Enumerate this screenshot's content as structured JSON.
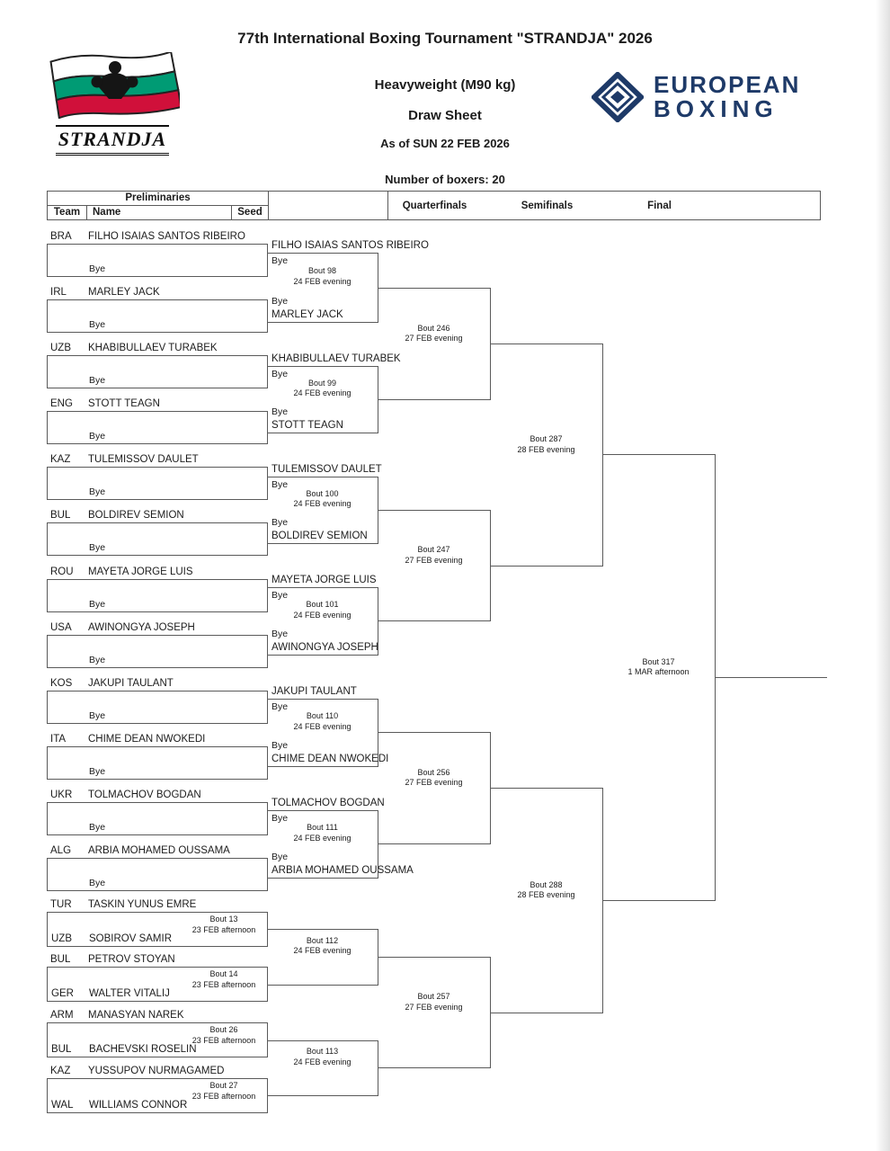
{
  "page": {
    "title": "77th International Boxing Tournament \"STRANDJA\" 2026",
    "weight_class": "Heavyweight (M90 kg)",
    "sheet_type": "Draw Sheet",
    "as_of_date": "As of SUN 22 FEB 2026",
    "boxers_count_label": "Number of boxers: 20"
  },
  "logos": {
    "strandja_text": "STRANDJA",
    "european_boxing_line1": "EUROPEAN",
    "european_boxing_line2": "BOXING",
    "navy": "#1e3a68",
    "flag_white": "#ffffff",
    "flag_green": "#009b74",
    "flag_red": "#d0103a"
  },
  "table_header": {
    "preliminaries": "Preliminaries",
    "team": "Team",
    "name": "Name",
    "seed": "Seed",
    "quarterfinals": "Quarterfinals",
    "semifinals": "Semifinals",
    "final": "Final"
  },
  "prelim_byes": [
    {
      "team": "BRA",
      "name": "FILHO ISAIAS SANTOS RIBEIRO",
      "result": "Bye"
    },
    {
      "team": "IRL",
      "name": "MARLEY JACK",
      "result": "Bye"
    },
    {
      "team": "UZB",
      "name": "KHABIBULLAEV TURABEK",
      "result": "Bye"
    },
    {
      "team": "ENG",
      "name": "STOTT TEAGN",
      "result": "Bye"
    },
    {
      "team": "KAZ",
      "name": "TULEMISSOV DAULET",
      "result": "Bye"
    },
    {
      "team": "BUL",
      "name": "BOLDIREV SEMION",
      "result": "Bye"
    },
    {
      "team": "ROU",
      "name": "MAYETA JORGE LUIS",
      "result": "Bye"
    },
    {
      "team": "USA",
      "name": "AWINONGYA JOSEPH",
      "result": "Bye"
    },
    {
      "team": "KOS",
      "name": "JAKUPI TAULANT",
      "result": "Bye"
    },
    {
      "team": "ITA",
      "name": "CHIME DEAN NWOKEDI",
      "result": "Bye"
    },
    {
      "team": "UKR",
      "name": "TOLMACHOV BOGDAN",
      "result": "Bye"
    },
    {
      "team": "ALG",
      "name": "ARBIA MOHAMED OUSSAMA",
      "result": "Bye"
    }
  ],
  "prelim_bouts": [
    {
      "team1": "TUR",
      "name1": "TASKIN YUNUS EMRE",
      "bout": "Bout 13",
      "session": "23 FEB afternoon",
      "team2": "UZB",
      "name2": "SOBIROV SAMIR"
    },
    {
      "team1": "BUL",
      "name1": "PETROV STOYAN",
      "bout": "Bout 14",
      "session": "23 FEB afternoon",
      "team2": "GER",
      "name2": "WALTER VITALIJ"
    },
    {
      "team1": "ARM",
      "name1": "MANASYAN NAREK",
      "bout": "Bout 26",
      "session": "23 FEB afternoon",
      "team2": "BUL",
      "name2": "BACHEVSKI ROSELIN"
    },
    {
      "team1": "KAZ",
      "name1": "YUSSUPOV NURMAGAMED",
      "bout": "Bout 27",
      "session": "23 FEB afternoon",
      "team2": "WAL",
      "name2": "WILLIAMS CONNOR"
    }
  ],
  "round_of_16": [
    {
      "top_name": "FILHO ISAIAS SANTOS RIBEIRO",
      "top_note": "Bye",
      "bout": "Bout 98",
      "session": "24 FEB evening",
      "bottom_note": "Bye",
      "bottom_name": "MARLEY JACK"
    },
    {
      "top_name": "KHABIBULLAEV TURABEK",
      "top_note": "Bye",
      "bout": "Bout 99",
      "session": "24 FEB evening",
      "bottom_note": "Bye",
      "bottom_name": "STOTT TEAGN"
    },
    {
      "top_name": "TULEMISSOV DAULET",
      "top_note": "Bye",
      "bout": "Bout 100",
      "session": "24 FEB evening",
      "bottom_note": "Bye",
      "bottom_name": "BOLDIREV SEMION"
    },
    {
      "top_name": "MAYETA JORGE LUIS",
      "top_note": "Bye",
      "bout": "Bout 101",
      "session": "24 FEB evening",
      "bottom_note": "Bye",
      "bottom_name": "AWINONGYA JOSEPH"
    },
    {
      "top_name": "JAKUPI TAULANT",
      "top_note": "Bye",
      "bout": "Bout 110",
      "session": "24 FEB evening",
      "bottom_note": "Bye",
      "bottom_name": "CHIME DEAN NWOKEDI"
    },
    {
      "top_name": "TOLMACHOV BOGDAN",
      "top_note": "Bye",
      "bout": "Bout 111",
      "session": "24 FEB evening",
      "bottom_note": "Bye",
      "bottom_name": "ARBIA MOHAMED OUSSAMA"
    },
    {
      "bout": "Bout 112",
      "session": "24 FEB evening"
    },
    {
      "bout": "Bout 113",
      "session": "24 FEB evening"
    }
  ],
  "quarterfinals": [
    {
      "bout": "Bout 246",
      "session": "27 FEB evening"
    },
    {
      "bout": "Bout 247",
      "session": "27 FEB evening"
    },
    {
      "bout": "Bout 256",
      "session": "27 FEB evening"
    },
    {
      "bout": "Bout 257",
      "session": "27 FEB evening"
    }
  ],
  "semifinals": [
    {
      "bout": "Bout 287",
      "session": "28 FEB evening"
    },
    {
      "bout": "Bout 288",
      "session": "28 FEB evening"
    }
  ],
  "final": {
    "bout": "Bout 317",
    "session": "1 MAR afternoon"
  }
}
